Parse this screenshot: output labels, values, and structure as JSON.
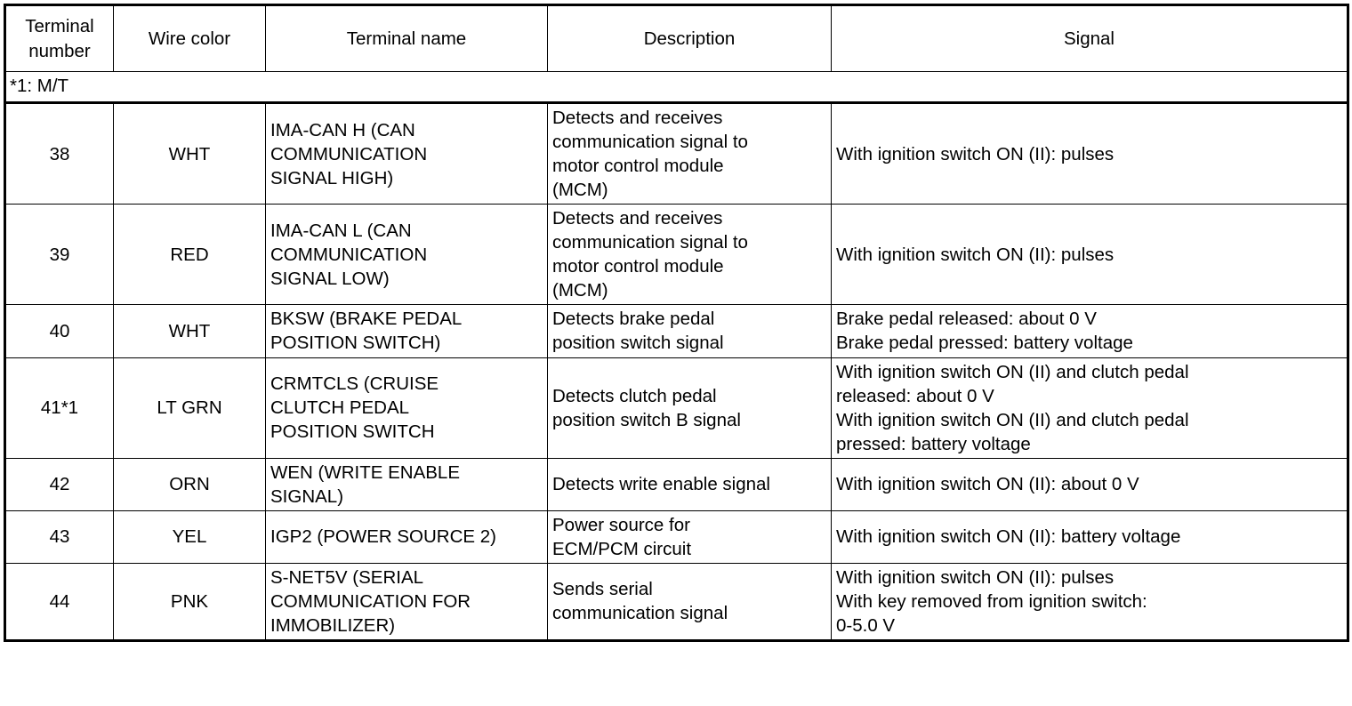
{
  "table": {
    "columns": [
      {
        "key": "terminal_number",
        "label": "Terminal\nnumber"
      },
      {
        "key": "wire_color",
        "label": "Wire color"
      },
      {
        "key": "terminal_name",
        "label": "Terminal name"
      },
      {
        "key": "description",
        "label": "Description"
      },
      {
        "key": "signal",
        "label": "Signal"
      }
    ],
    "note": "*1: M/T",
    "rows": [
      {
        "terminal_number": "38",
        "wire_color": "WHT",
        "terminal_name": "IMA-CAN H (CAN\nCOMMUNICATION\nSIGNAL HIGH)",
        "description": "Detects and receives\ncommunication signal to\nmotor control module\n(MCM)",
        "signal": "With ignition switch ON (II): pulses"
      },
      {
        "terminal_number": "39",
        "wire_color": "RED",
        "terminal_name": "IMA-CAN L (CAN\nCOMMUNICATION\nSIGNAL LOW)",
        "description": "Detects and receives\ncommunication signal to\nmotor control module\n(MCM)",
        "signal": "With ignition switch ON (II): pulses"
      },
      {
        "terminal_number": "40",
        "wire_color": "WHT",
        "terminal_name": "BKSW (BRAKE PEDAL\nPOSITION SWITCH)",
        "description": "Detects brake pedal\nposition switch signal",
        "signal": "Brake pedal released: about 0 V\nBrake pedal pressed: battery voltage"
      },
      {
        "terminal_number": "41*1",
        "wire_color": "LT GRN",
        "terminal_name": "CRMTCLS (CRUISE\nCLUTCH PEDAL\nPOSITION SWITCH",
        "description": "Detects clutch pedal\nposition switch B signal",
        "signal": "With ignition switch ON (II) and clutch pedal\nreleased: about 0 V\nWith ignition switch ON (II) and clutch pedal\npressed: battery voltage"
      },
      {
        "terminal_number": "42",
        "wire_color": "ORN",
        "terminal_name": "WEN (WRITE ENABLE\nSIGNAL)",
        "description": "Detects write enable signal",
        "signal": "With ignition switch ON (II): about 0 V"
      },
      {
        "terminal_number": "43",
        "wire_color": "YEL",
        "terminal_name": "IGP2 (POWER SOURCE 2)",
        "description": "Power source for\nECM/PCM circuit",
        "signal": "With ignition switch ON (II): battery voltage"
      },
      {
        "terminal_number": "44",
        "wire_color": "PNK",
        "terminal_name": "S-NET5V (SERIAL\nCOMMUNICATION FOR\nIMMOBILIZER)",
        "description": "Sends serial\ncommunication signal",
        "signal": "With ignition switch ON (II): pulses\nWith key removed from ignition switch:\n0-5.0 V"
      }
    ]
  }
}
